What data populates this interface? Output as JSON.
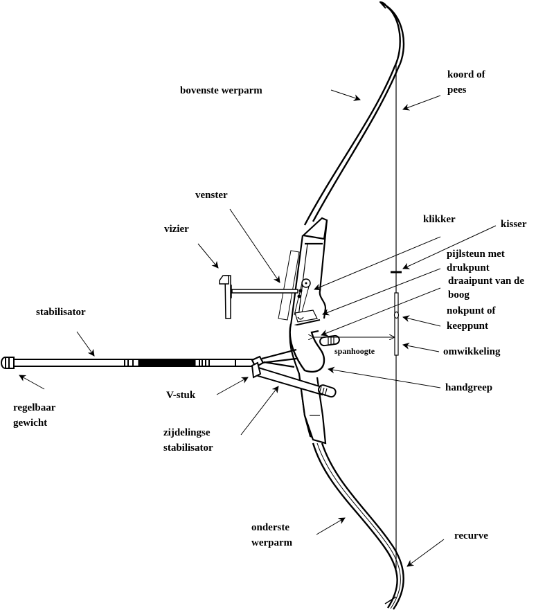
{
  "title": "Onderdelen van een recurveboog",
  "colors": {
    "ink": "#000000",
    "paper": "#ffffff"
  },
  "labels": {
    "upper_limb": [
      "bovenste werparm"
    ],
    "string": [
      "koord of",
      "pees"
    ],
    "window": [
      "venster"
    ],
    "sight": [
      "vizier"
    ],
    "clicker": [
      "klikker"
    ],
    "kisser": [
      "kisser"
    ],
    "arrow_rest": [
      "pijlsteun met",
      "drukpunt"
    ],
    "pivot_point": [
      "draaipunt van de",
      "boog"
    ],
    "nocking_point": [
      "nokpunt of",
      "keeppunt"
    ],
    "brace_height": [
      "spanhoogte"
    ],
    "serving": [
      "omwikkeling"
    ],
    "stabilizer": [
      "stabilisator"
    ],
    "grip": [
      "handgreep"
    ],
    "v_bar": [
      "V-stuk"
    ],
    "adjustable_weight": [
      "regelbaar",
      "gewicht"
    ],
    "side_stabilizer": [
      "zijdelingse",
      "stabilisator"
    ],
    "lower_limb": [
      "onderste",
      "werparm"
    ],
    "recurve": [
      "recurve"
    ]
  }
}
